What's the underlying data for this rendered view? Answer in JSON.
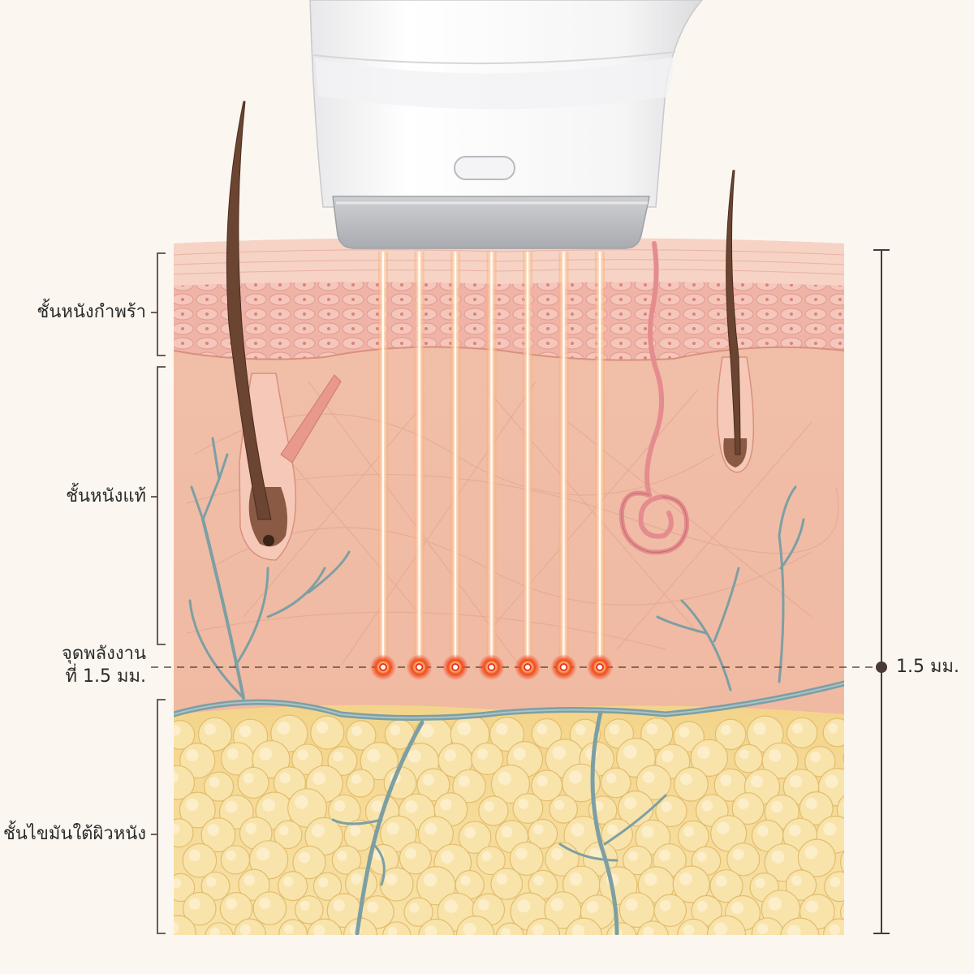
{
  "layers": {
    "epidermis": "ชั้นหนังกำพร้า",
    "dermis": "ชั้นหนังแท้",
    "subcutaneous": "ชั้นไขมันใต้ผิวหนัง"
  },
  "focal_point": {
    "line1": "จุดพลังงาน",
    "line2": "ที่ 1.5 มม."
  },
  "depth_marker": "1.5 มม.",
  "focal_point_count": 7,
  "colors": {
    "background": "#fbf7f0",
    "epidermis": "#f2c4b4",
    "dermis": "#f3c1ad",
    "fat": "#f6dc98",
    "vessel": "#7d9fa4",
    "beam": "#fff2d6",
    "focal": "#e8321f",
    "hair": "#5a3a2a"
  }
}
